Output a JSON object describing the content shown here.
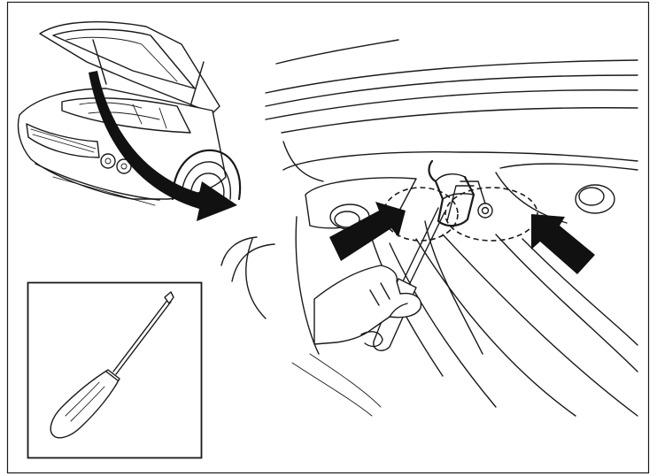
{
  "illustration": {
    "panels": [
      {
        "name": "car-hood-open-overview",
        "icon": "car-icon"
      },
      {
        "name": "hood-underside-closeup",
        "icon": "hood-latch-icon"
      },
      {
        "name": "required-tool-inset",
        "icon": "screwdriver-icon"
      }
    ],
    "pointer_arrows": 3,
    "highlighted_regions": 2,
    "colors": {
      "line": "#1a1a1a",
      "arrow": "#111111",
      "background": "#ffffff"
    }
  }
}
